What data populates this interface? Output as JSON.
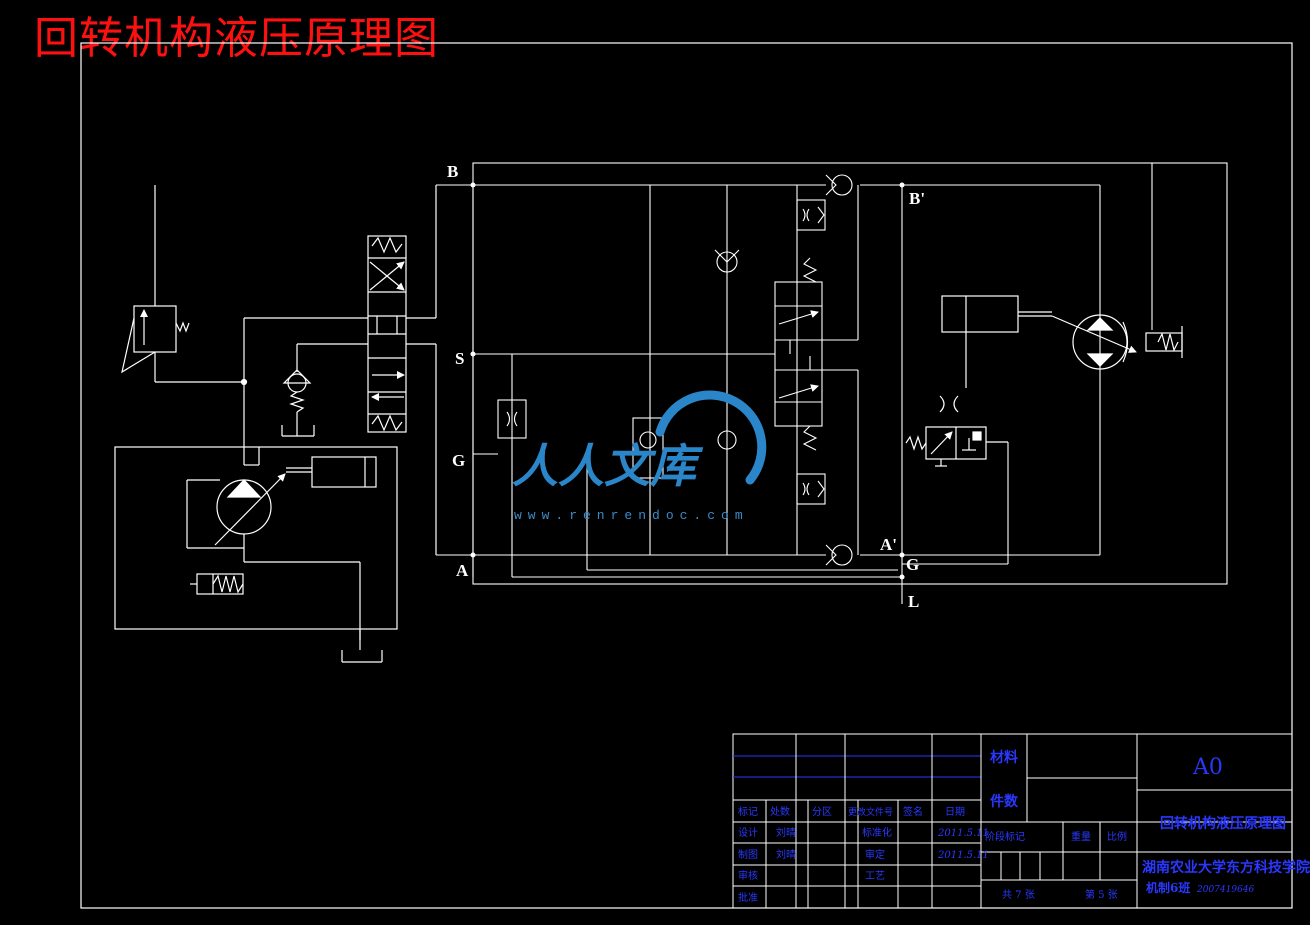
{
  "title": "回转机构液压原理图",
  "ports": {
    "B": "B",
    "B_prime": "B'",
    "S": "S",
    "G_left": "G",
    "A": "A",
    "A_prime": "A'",
    "G_right": "G",
    "L": "L"
  },
  "watermark": {
    "text": "人人文库",
    "url": "www.renrendoc.com"
  },
  "title_block": {
    "material_label": "材料",
    "count_label": "件数",
    "sheet_size": "A0",
    "drawing_name": "回转机构液压原理图",
    "school": "湖南农业大学东方科技学院",
    "class_line": "机制6班",
    "student_id": "2007419646",
    "headers": [
      "标记",
      "处数",
      "分区",
      "更改文件号",
      "签名",
      "日期"
    ],
    "design_label": "设计",
    "design_name": "刘晴",
    "design_date": "2011.5.11",
    "standardize_label": "标准化",
    "draw_label": "制图",
    "draw_name": "刘晴",
    "draw_date": "2011.5.11",
    "review_label": "审核",
    "audit_label": "审定",
    "process_label": "工艺",
    "approve_label": "批准",
    "stage_label": "阶段标记",
    "weight_label": "重量",
    "scale_label": "比例",
    "total_sheets": "共 7 张",
    "sheet_no": "第 5 张"
  },
  "colors": {
    "background": "#000000",
    "lines": "#ffffff",
    "title": "#ff1010",
    "title_block_text": "#2a38ff",
    "watermark": "#2a86c8"
  }
}
